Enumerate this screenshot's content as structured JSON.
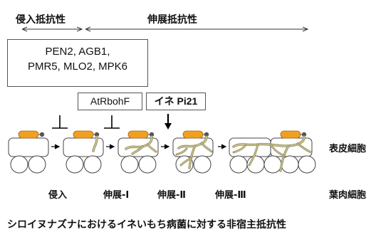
{
  "headers": {
    "penetration": "侵入抵抗性",
    "extension": "伸展抵抗性"
  },
  "gene_box": [
    "PEN2, AGB1,",
    "PMR5, MLO2, MPK6"
  ],
  "gene_box_2": "AtRbohF",
  "gene_box_3": "イネ Pi21",
  "stages": [
    "侵入",
    "伸展-Ⅰ",
    "伸展-Ⅱ",
    "伸展-Ⅲ"
  ],
  "labels": {
    "epidermis": "表皮細胞",
    "mesophyll": "葉肉細胞"
  },
  "caption": "シロイヌナズナにおけるイネいもち病菌に対する非宿主抵抗性",
  "colors": {
    "spore": "#f0a020",
    "hypha": "#c9c28f",
    "hypha_stroke": "#8a8456",
    "cell_stroke": "#444444"
  }
}
